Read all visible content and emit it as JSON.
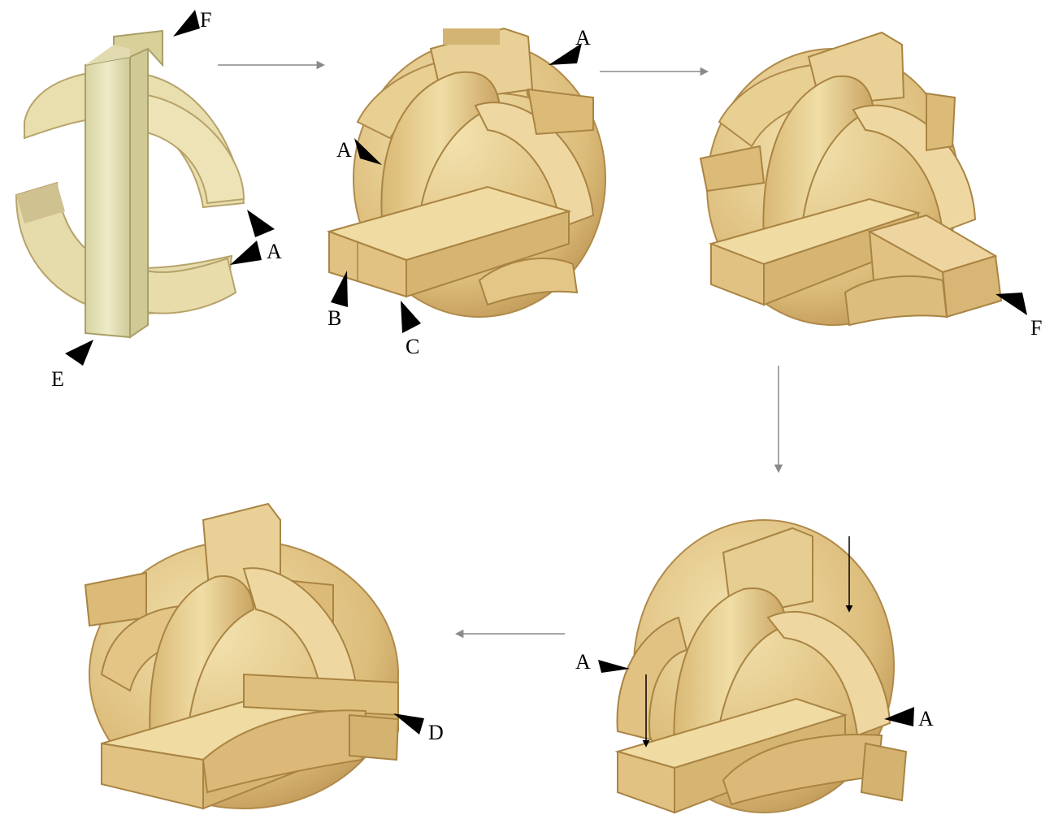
{
  "colors": {
    "wood_light": "#efdfa6",
    "wood_mid": "#e2c27e",
    "wood_dark": "#c39c58",
    "wood_edge": "#a88446",
    "stick_pale": "#e4e0b8",
    "flow_arrow": "#8a8a8a",
    "pointer": "#000000"
  },
  "steps": [
    {
      "id": 1,
      "labels": [
        "F",
        "A",
        "E"
      ]
    },
    {
      "id": 2,
      "labels": [
        "A",
        "A",
        "B",
        "C"
      ]
    },
    {
      "id": 3,
      "labels": [
        "F"
      ]
    },
    {
      "id": 4,
      "labels": [
        "A",
        "A"
      ]
    },
    {
      "id": 5,
      "labels": [
        "D"
      ]
    }
  ]
}
